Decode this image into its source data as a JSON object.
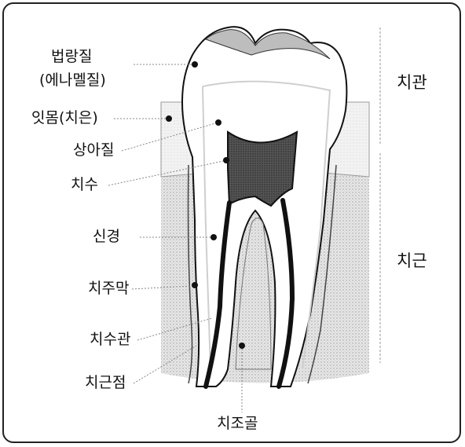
{
  "labels": {
    "enamel_line1": "법랑질",
    "enamel_line2": "(에나멜질)",
    "gum": "잇몸(치은)",
    "dentin": "상아질",
    "pulp": "치수",
    "nerve": "신경",
    "periodontal_ligament": "치주막",
    "root_canal": "치수관",
    "apex": "치근점",
    "alveolar_bone": "치조골"
  },
  "regions": {
    "crown": "치관",
    "root": "치근"
  }
}
